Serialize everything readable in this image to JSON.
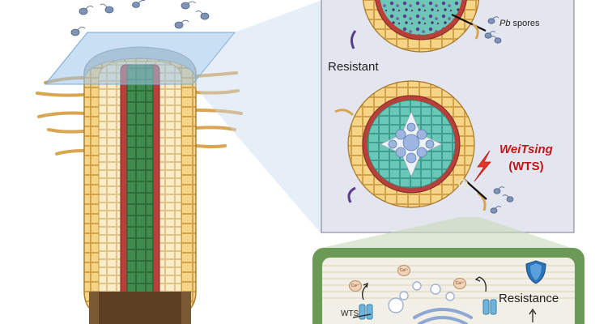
{
  "labels": {
    "pb_prefix": "Pb",
    "pb_suffix": " spores",
    "resistant": "Resistant",
    "weitsing": "WeiTsing",
    "wts_paren": "(WTS)",
    "resistance": "Resistance",
    "wts": "WTS",
    "ca": "Ca²⁺"
  },
  "colors": {
    "outer_cell": "#f2c770",
    "endodermis": "#b8403a",
    "stele_cell": "#5fc4b4",
    "xylem": "#9cb6e0",
    "phloem": "#3f8a4c",
    "panel_bg": "#e4e6ef",
    "membrane_panel_border": "#6a9a55",
    "warning_red": "#c0161b",
    "shield_blue": "#2a73b8"
  }
}
